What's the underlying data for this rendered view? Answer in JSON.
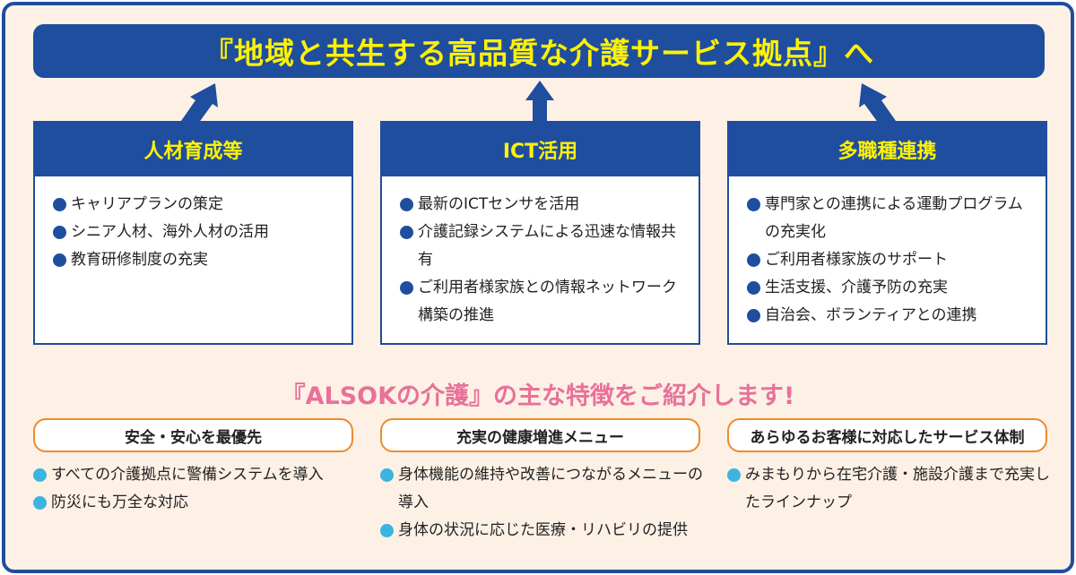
{
  "title": "『地域と共生する高品質な介護サービス拠点』へ",
  "pillars": [
    {
      "heading": "人材育成等",
      "items": [
        "キャリアプランの策定",
        "シニア人材、海外人材の活用",
        "教育研修制度の充実"
      ]
    },
    {
      "heading": "ICT活用",
      "items": [
        "最新のICTセンサを活用",
        "介護記録システムによる迅速な情報共有",
        "ご利用者様家族との情報ネットワーク構築の推進"
      ]
    },
    {
      "heading": "多職種連携",
      "items": [
        "専門家との連携による運動プログラムの充実化",
        "ご利用者様家族のサポート",
        "生活支援、介護予防の充実",
        "自治会、ボランティアとの連携"
      ]
    }
  ],
  "subtitle": "『ALSOKの介護』の主な特徴をご紹介します!",
  "features": [
    {
      "heading": "安全・安心を最優先",
      "items": [
        "すべての介護拠点に警備システムを導入",
        "防災にも万全な対応"
      ]
    },
    {
      "heading": "充実の健康増進メニュー",
      "items": [
        "身体機能の維持や改善につながるメニューの導入",
        "身体の状況に応じた医療・リハビリの提供"
      ]
    },
    {
      "heading": "あらゆるお客様に対応したサービス体制",
      "items": [
        "みまもりから在宅介護・施設介護まで充実したラインナップ"
      ]
    }
  ],
  "colors": {
    "navy": "#1f4e9e",
    "yellow": "#fff200",
    "pink": "#e8719a",
    "orange": "#ef8a2a",
    "cyan": "#3bb4df"
  }
}
